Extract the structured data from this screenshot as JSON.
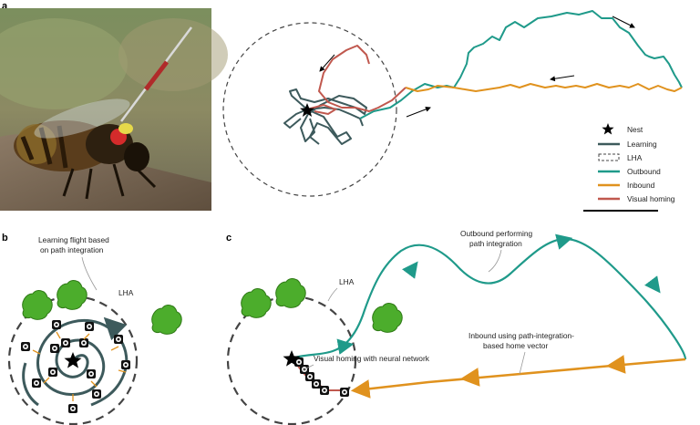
{
  "panels": {
    "a": {
      "label": "a"
    },
    "b": {
      "label": "b"
    },
    "c": {
      "label": "c"
    }
  },
  "legend": {
    "nest": "Nest",
    "learning": "Learning",
    "lha": "LHA",
    "outbound": "Outbound",
    "inbound": "Inbound",
    "visual_homing": "Visual homing"
  },
  "panel_b": {
    "caption_line1": "Learning flight based",
    "caption_line2": "on path integration",
    "lha": "LHA"
  },
  "panel_c": {
    "lha": "LHA",
    "outbound_line1": "Outbound performing",
    "outbound_line2": "path integration",
    "inbound_line1": "Inbound using path-integration-",
    "inbound_line2": "based home vector",
    "visual_homing": "Visual homing with neural network"
  },
  "colors": {
    "learning": "#3d5a5c",
    "outbound": "#1f9a8a",
    "inbound": "#e0921e",
    "visual_homing": "#c0584e",
    "tree": "#4cad2c",
    "lha_dash": "#444444"
  },
  "photo": {
    "subject": "bee-with-radar-transponder"
  }
}
